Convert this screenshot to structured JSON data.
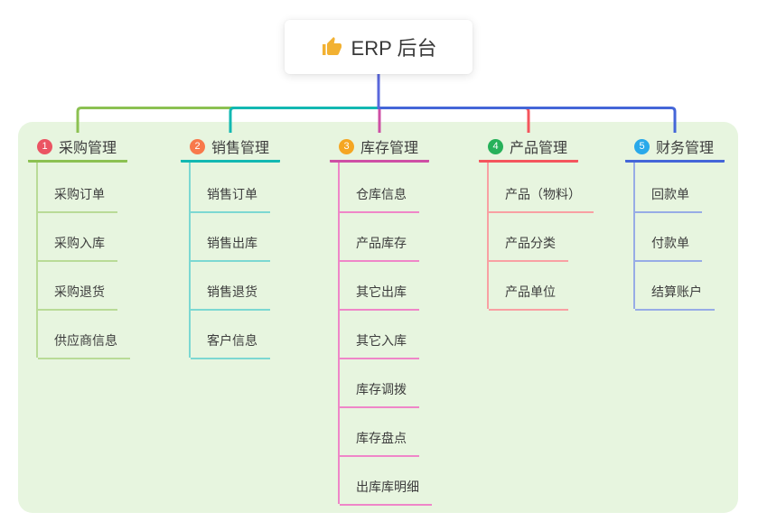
{
  "root": {
    "title": "ERP 后台",
    "icon": "thumbs-up-icon"
  },
  "branches": [
    {
      "label": "采购管理",
      "badge": "1",
      "badge_color": "#EB5463",
      "line_color": "#8CC152",
      "child_line_color": "#B9DB97",
      "children": [
        "采购订单",
        "采购入库",
        "采购退货",
        "供应商信息"
      ]
    },
    {
      "label": "销售管理",
      "badge": "2",
      "badge_color": "#F8794B",
      "line_color": "#12B8B2",
      "child_line_color": "#7CD8D2",
      "children": [
        "销售订单",
        "销售出库",
        "销售退货",
        "客户信息"
      ]
    },
    {
      "label": "库存管理",
      "badge": "3",
      "badge_color": "#CE4FA5",
      "line_color": "#CE4FA5",
      "child_line_color": "#EF86C8",
      "badge_color_override": "#F5A623",
      "children": [
        "仓库信息",
        "产品库存",
        "其它出库",
        "其它入库",
        "库存调拨",
        "库存盘点",
        "出库库明细"
      ]
    },
    {
      "label": "产品管理",
      "badge": "4",
      "badge_color": "#27B15A",
      "line_color": "#F4555D",
      "child_line_color": "#F9A0A3",
      "children": [
        "产品（物料）",
        "产品分类",
        "产品单位"
      ]
    },
    {
      "label": "财务管理",
      "badge": "5",
      "badge_color": "#29A9EA",
      "line_color": "#4466D8",
      "child_line_color": "#97ACE6",
      "children": [
        "回款单",
        "付款单",
        "结算账户"
      ]
    }
  ],
  "colors": {
    "board_background": "#E7F5DF",
    "stem": "#5A68DC",
    "text": "#3D3D3D",
    "root_card_background": "#FFFFFF",
    "thumb_icon": "#F2B132"
  }
}
